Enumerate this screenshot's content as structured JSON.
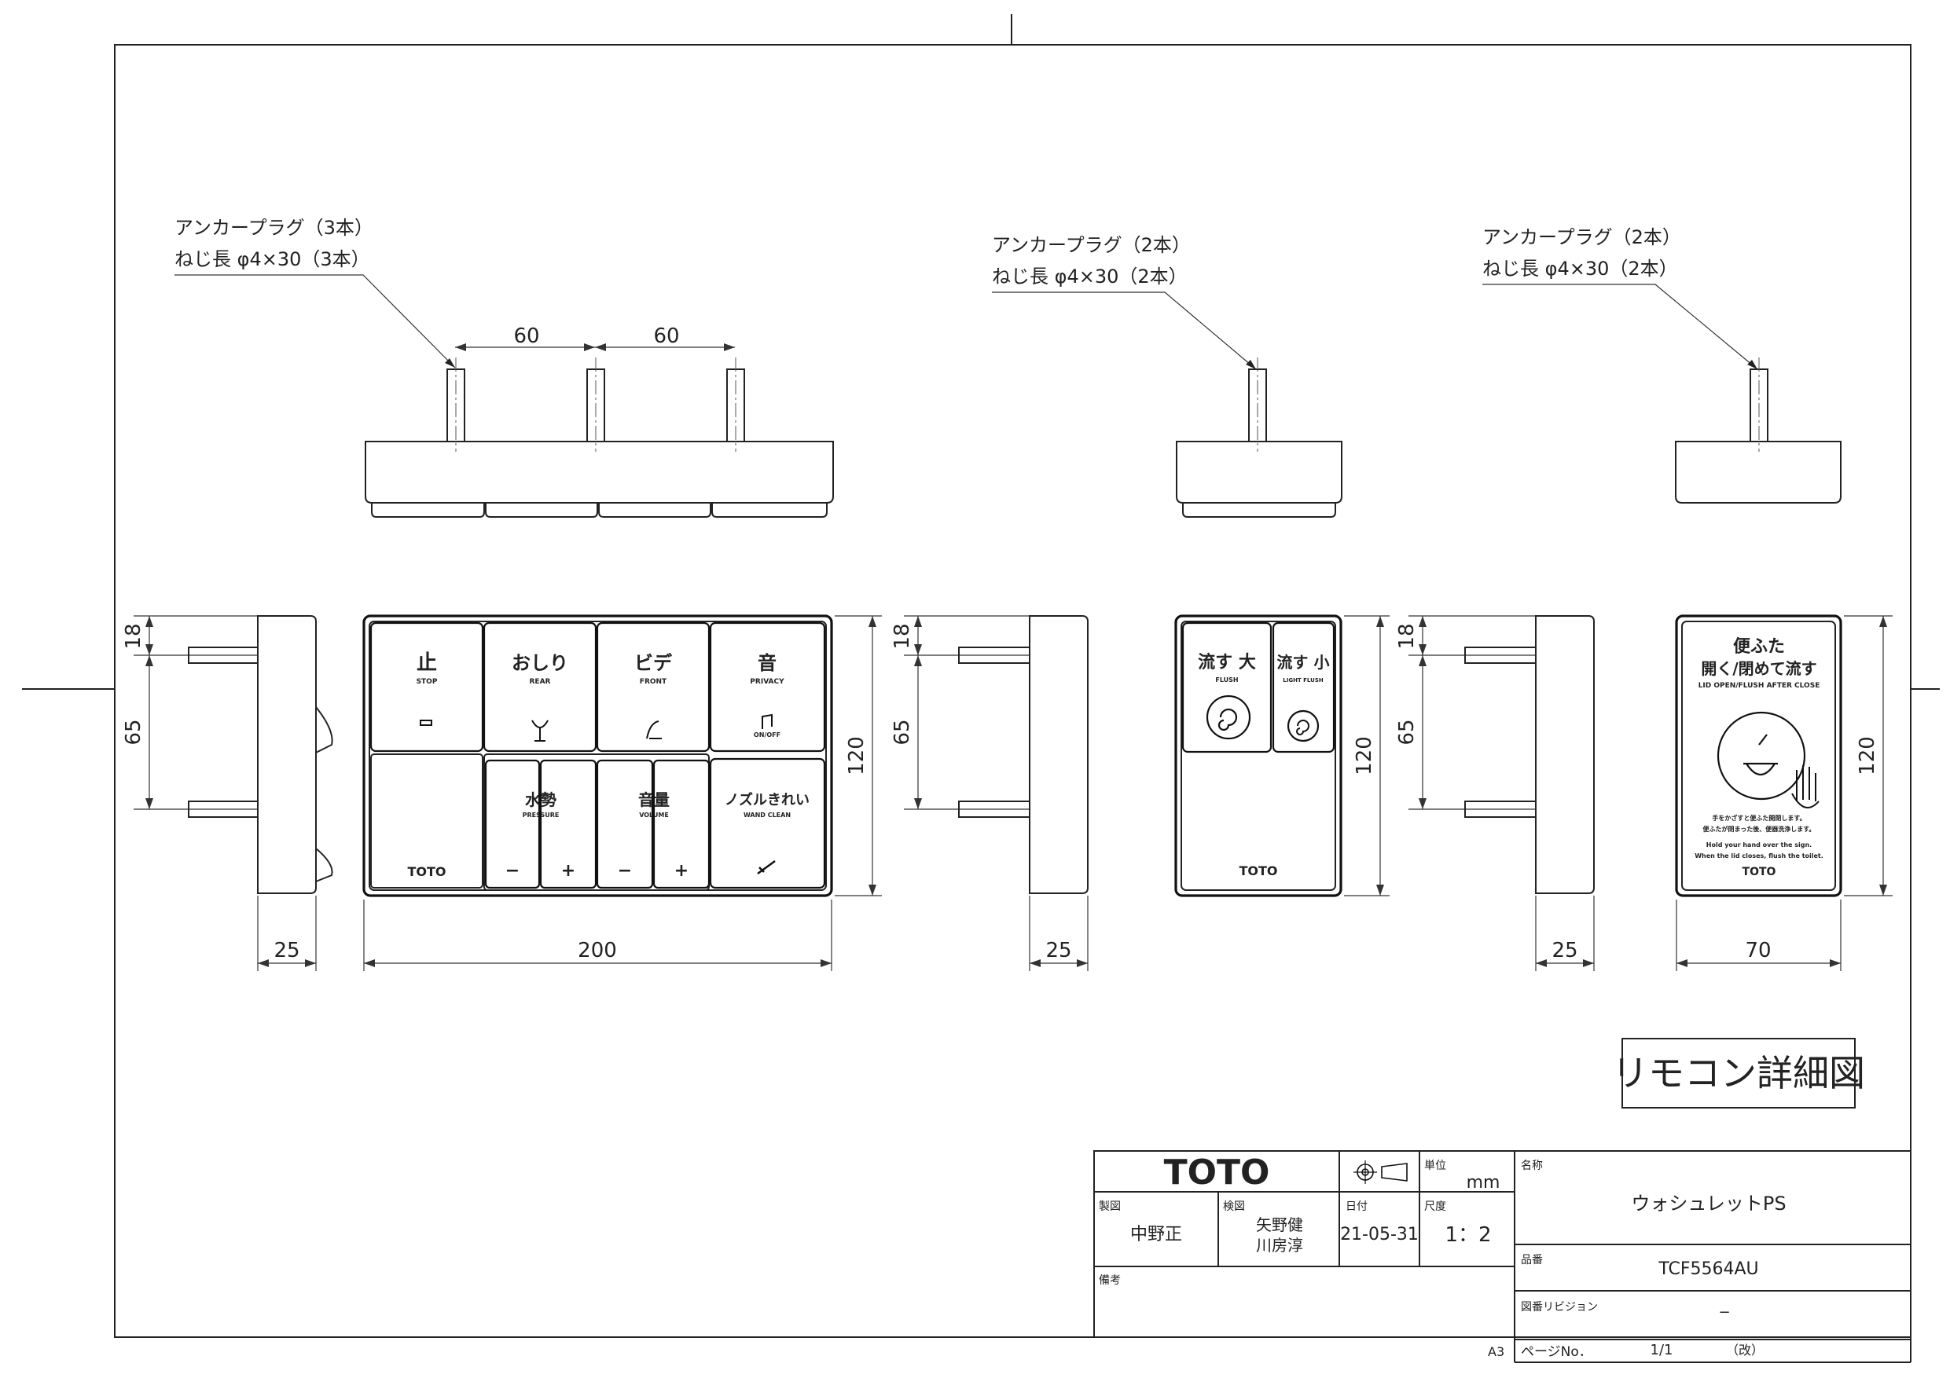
{
  "anchor_notes": {
    "left": {
      "line1": "アンカープラグ（3本）",
      "line2": "ねじ長 φ4×30（3本）"
    },
    "middle": {
      "line1": "アンカープラグ（2本）",
      "line2": "ねじ長 φ4×30（2本）"
    },
    "right": {
      "line1": "アンカープラグ（2本）",
      "line2": "ねじ長 φ4×30（2本）"
    }
  },
  "dimensions": {
    "pin_spacing_1": "60",
    "pin_spacing_2": "60",
    "main_width": "200",
    "main_height": "120",
    "flush_height": "120",
    "sensor_height": "120",
    "sensor_width": "70",
    "depth_1": "25",
    "depth_2": "25",
    "depth_3": "25",
    "side_top_1": "18",
    "side_mid_1": "65",
    "side_top_2": "18",
    "side_mid_2": "65",
    "side_top_3": "18",
    "side_mid_3": "65"
  },
  "main_remote": {
    "stop": {
      "jp": "止",
      "en": "STOP"
    },
    "rear": {
      "jp": "おしり",
      "en": "REAR"
    },
    "front": {
      "jp": "ビデ",
      "en": "FRONT"
    },
    "privacy": {
      "jp": "音",
      "en": "PRIVACY",
      "sub": "ON/OFF"
    },
    "pressure": {
      "jp": "水勢",
      "en": "PRESSURE",
      "minus": "−",
      "plus": "+"
    },
    "volume": {
      "jp": "音量",
      "en": "VOLUME",
      "minus": "−",
      "plus": "+"
    },
    "wand": {
      "jp": "ノズルきれい",
      "en": "WAND CLEAN"
    },
    "logo": "TOTO"
  },
  "flush_remote": {
    "big": {
      "jp": "流す 大",
      "en": "FLUSH"
    },
    "small": {
      "jp": "流す 小",
      "en": "LIGHT FLUSH"
    },
    "logo": "TOTO"
  },
  "sensor_panel": {
    "title1": "便ふた",
    "title2": "開く/閉めて流す",
    "en_title": "LID OPEN/FLUSH AFTER CLOSE",
    "jp_desc1": "手をかざすと便ふた開閉します。",
    "jp_desc2": "便ふたが閉まった後、便器洗浄します。",
    "en_desc1": "Hold your hand over the sign.",
    "en_desc2": "When the lid closes, flush the toilet.",
    "logo": "TOTO"
  },
  "drawing_title": "リモコン詳細図",
  "title_block": {
    "logo": "TOTO",
    "unit_label": "単位",
    "unit_value": "mm",
    "name_label": "名称",
    "name_value": "ウォシュレットPS",
    "drafter_label": "製図",
    "drafter_value": "中野正",
    "checker_label": "検図",
    "checker_value1": "矢野健",
    "checker_value2": "川房淳",
    "date_label": "日付",
    "date_value": "21-05-31",
    "scale_label": "尺度",
    "scale_value": "1：2",
    "model_label": "品番",
    "model_value": "TCF5564AU",
    "remarks_label": "備考",
    "revision_label": "図番リビジョン",
    "revision_value": "−",
    "paper_size": "A3",
    "page_label": "ページNo．",
    "page_value": "1/1",
    "page_suffix": "（改）"
  }
}
